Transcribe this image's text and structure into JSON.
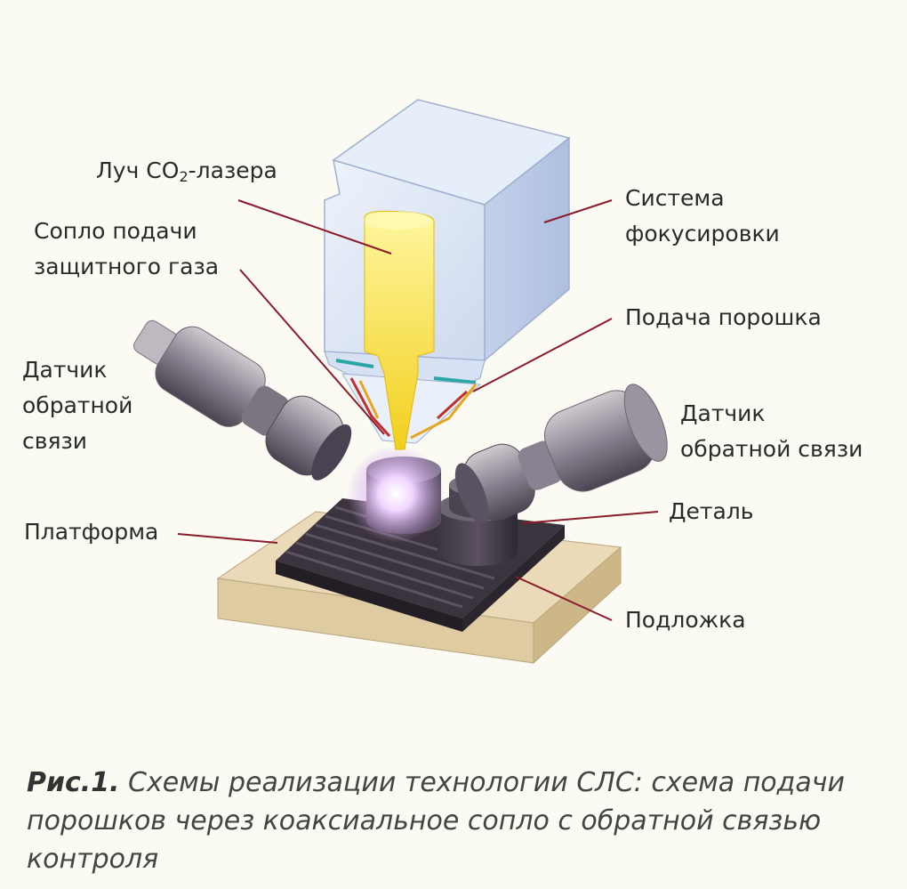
{
  "labels": {
    "laser_prefix": "Луч CO",
    "laser_sub": "2",
    "laser_suffix": "-лазера",
    "gas_nozzle_line1": "Сопло подачи",
    "gas_nozzle_line2": "защитного газа",
    "focus_line1": "Система",
    "focus_line2": "фокусировки",
    "powder_feed": "Подача порошка",
    "sensor_left_line1": "Датчик",
    "sensor_left_line2": "обратной",
    "sensor_left_line3": "связи",
    "sensor_right_line1": "Датчик",
    "sensor_right_line2": "обратной связи",
    "part": "Деталь",
    "platform": "Платформа",
    "substrate": "Подложка"
  },
  "caption": {
    "prefix": "Рис.1.",
    "text": " Схемы реализации технологии СЛС: схема подачи порошков через коаксиальное сопло с обратной связью контроля"
  },
  "colors": {
    "leader_line": "#8b1a2a",
    "laser_beam": "#f5e23a",
    "focus_block": "#dbe6f5",
    "platform": "#e9d8b5",
    "substrate": "#3b333d",
    "melt_glow": "#e6b6ff"
  }
}
